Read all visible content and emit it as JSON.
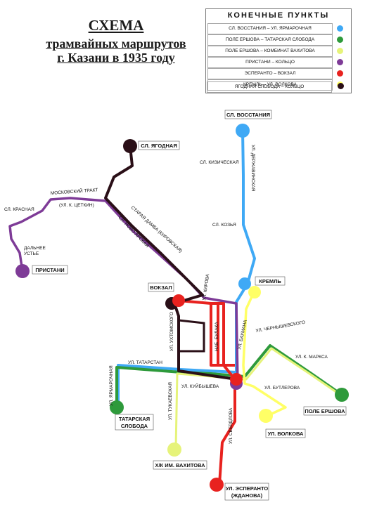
{
  "title": {
    "line1": "СХЕМА",
    "line2": "трамвайных маршрутов",
    "line3": "г. Казани в 1935 году"
  },
  "legend": {
    "heading": "КОНЕЧНЫЕ ПУНКТЫ",
    "routes": [
      {
        "label": "СЛ. ВОССТАНИЯ – УЛ. ЯРМАРОЧНАЯ",
        "color": "#3fa9f5"
      },
      {
        "label": "ПОЛЕ ЕРШОВА – ТАТАРСКАЯ СЛОБОДА",
        "color": "#2e9a3b"
      },
      {
        "label": "ПОЛЕ ЕРШОВА – КОМБИНАТ ВАХИТОВА",
        "color": "#e6f37a"
      },
      {
        "label": "ПРИСТАНИ – КОЛЬЦО",
        "color": "#7e3b97"
      },
      {
        "label": "ЭСПЕРАНТО – ВОКЗАЛ",
        "color": "#e8221f"
      },
      {
        "label": "КРЕМЛЬ – УЛ. ВОЛКОВА",
        "color": "#ffff66"
      },
      {
        "label": "ЯГОДНАЯ СЛОБОДА – КОЛЬЦО",
        "color": "#2a0f17"
      }
    ]
  },
  "terminals": {
    "vosstaniya": "СЛ. ВОССТАНИЯ",
    "yagodnaya": "СЛ. ЯГОДНАЯ",
    "pristani": "ПРИСТАНИ",
    "vokzal": "ВОКЗАЛ",
    "kreml": "КРЕМЛЬ",
    "pole_ershova": "ПОЛЕ ЕРШОВА",
    "tatarskaya_sloboda_1": "ТАТАРСКАЯ",
    "tatarskaya_sloboda_2": "СЛОБОДА",
    "volkova": "УЛ. ВОЛКОВА",
    "vakhitova": "Х/К ИМ. ВАХИТОВА",
    "esperanto_1": "УЛ. ЭСПЕРАНТО",
    "esperanto_2": "(ЖДАНОВА)"
  },
  "streets": {
    "derzhavinskaya": "УЛ. ДЕРЖАВИНСКАЯ",
    "kizicheskaya": "СЛ. КИЗИЧЕСКАЯ",
    "kozya": "СЛ. КОЗЬЯ",
    "moskovsky_trakt": "МОСКОВСКИЙ ТРАКТ",
    "k_tsetkin": "(УЛ. К. ЦЕТКИН)",
    "krasnaya": "СЛ. КРАСНАЯ",
    "dalnee_1": "ДАЛЬНЕЕ",
    "dalnee_2": "УСТЬЕ",
    "staraya_damba": "СТАРАЯ ДАМБА (КИРОВСКАЯ)",
    "novo_arskaya": "СЛ. НОВО АРСКАЯ",
    "kirova": "УЛ. КИРОВА",
    "chernyshevskogo": "УЛ. ЧЕРНЫШЕВСКОГО",
    "bulak": "НАБ. БУЛАКА",
    "baumana": "УЛ. БАУМАНА",
    "ukhtomskogo": "УЛ. УХТОМСКОГО",
    "k_marksa": "УЛ. К. МАРКСА",
    "tatarstan": "УЛ. ТАТАРСТАН",
    "yarmarochnaya": "УЛ. ЯРМАРОЧНАЯ",
    "tukaevskaya": "УЛ. ТУКАЕВСКАЯ",
    "kuibysheva": "УЛ. КУЙБЫШЕВА",
    "butlerova": "УЛ. БУТЛЕРОВА",
    "sverdlova": "УЛ. СВЕРДЛОВА"
  }
}
